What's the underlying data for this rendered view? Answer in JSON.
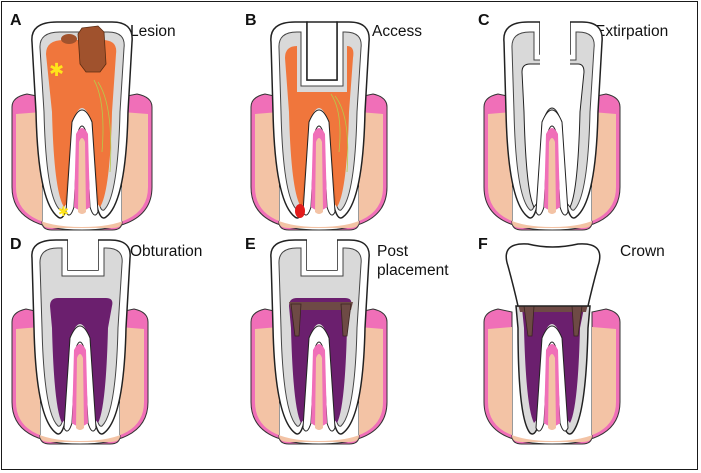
{
  "panels": [
    {
      "letter": "A",
      "caption": [
        "Lesion"
      ]
    },
    {
      "letter": "B",
      "caption": [
        "Access"
      ]
    },
    {
      "letter": "C",
      "caption": [
        "Extirpation"
      ]
    },
    {
      "letter": "D",
      "caption": [
        "Obturation"
      ]
    },
    {
      "letter": "E",
      "caption": [
        "Post",
        "placement"
      ]
    },
    {
      "letter": "F",
      "caption": [
        "Crown"
      ]
    }
  ],
  "colors": {
    "gum": "#f06fb8",
    "bone": "#f3c3a5",
    "enamel": "#ffffff",
    "dentin": "#d9d9d9",
    "pulp_infected": "#f26a2a",
    "lesion": "#a0522d",
    "filling": "#6b1f6e",
    "post": "#6e4a45",
    "crown": "#ffffff"
  }
}
